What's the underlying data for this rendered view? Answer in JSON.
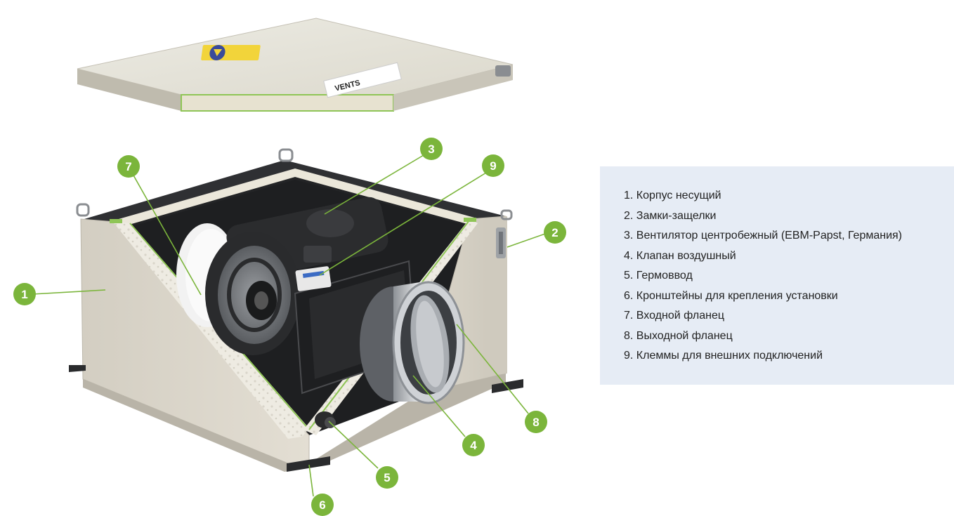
{
  "colors": {
    "badge": "#7bb53b",
    "legend_bg": "#e6ecf5",
    "housing": "#dcd7cb",
    "insulation": "#efebdf",
    "seal": "#8fc556"
  },
  "logo_text": "VENTS",
  "callouts": [
    "1",
    "2",
    "3",
    "4",
    "5",
    "6",
    "7",
    "8",
    "9"
  ],
  "legend": {
    "items": [
      "1. Корпус несущий",
      "2. Замки-защелки",
      "3. Вентилятор центробежный (EBM-Papst, Германия)",
      "4. Клапан воздушный",
      "5. Гермоввод",
      "6. Кронштейны для крепления установки",
      "7. Входной фланец",
      "8. Выходной фланец",
      "9. Клеммы для внешних подключений"
    ]
  }
}
